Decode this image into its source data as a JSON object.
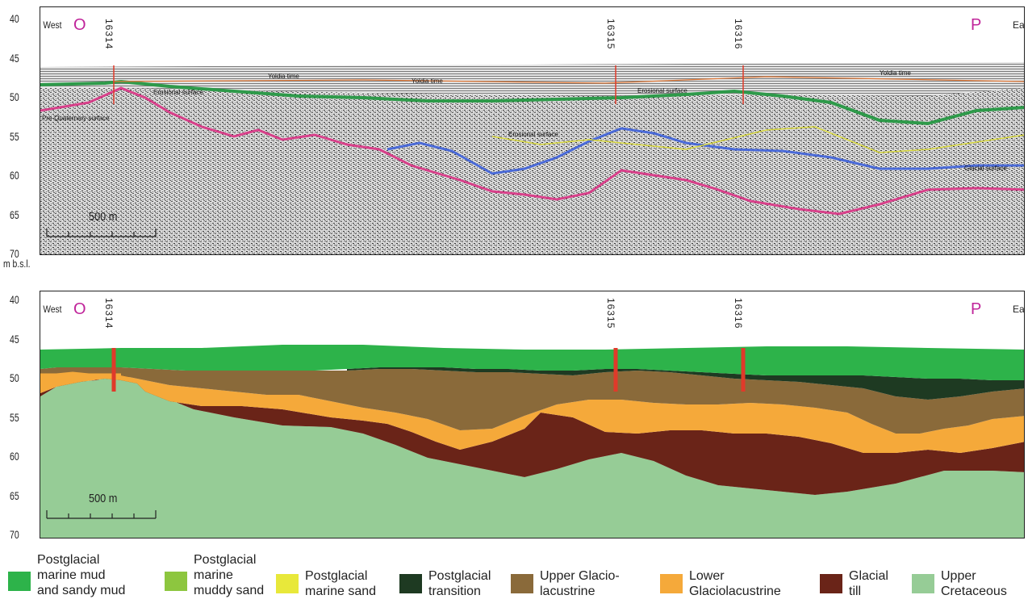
{
  "depth_unit": "m b.s.l.",
  "y_ticks": [
    "40",
    "45",
    "50",
    "55",
    "60",
    "65",
    "70"
  ],
  "top_panel": {
    "west": "West",
    "east": "East",
    "start_marker": "O",
    "end_marker": "P",
    "cores": [
      "16314",
      "16315",
      "16316"
    ],
    "scale": "500 m",
    "horizon_labels": [
      "Erosional surface",
      "Yoldia time",
      "Yoldia time",
      "Yoldia time",
      "Erosional surface",
      "Pre-Quaternary surface",
      "Erosional surface",
      "Glacial surface"
    ]
  },
  "bottom_panel": {
    "west": "West",
    "east": "East",
    "start_marker": "O",
    "end_marker": "P",
    "cores": [
      "16314",
      "16315",
      "16316"
    ],
    "scale": "500 m"
  },
  "legend": [
    {
      "label": "Postglacial\nmarine mud\nand sandy mud",
      "color": "#2db34a"
    },
    {
      "label": "Postglacial\nmarine\nmuddy sand",
      "color": "#8dc63f"
    },
    {
      "label": "Postglacial\nmarine sand",
      "color": "#e8e83a"
    },
    {
      "label": "Postglacial\ntransition",
      "color": "#1e3a22"
    },
    {
      "label": "Upper Glacio-\nlacustrine",
      "color": "#8a6a3a"
    },
    {
      "label": "Lower\nGlaciolacustrine",
      "color": "#f5a93a"
    },
    {
      "label": "Glacial\ntill",
      "color": "#6a2418"
    },
    {
      "label": "Upper\nCretaceous",
      "color": "#96cc96"
    }
  ],
  "colors": {
    "marker_letter": "#c0249a",
    "core_line": "#e03a2a",
    "horizon_pink": "#d8408a",
    "horizon_blue": "#4a6ad8",
    "horizon_green": "#2e9a4a"
  }
}
